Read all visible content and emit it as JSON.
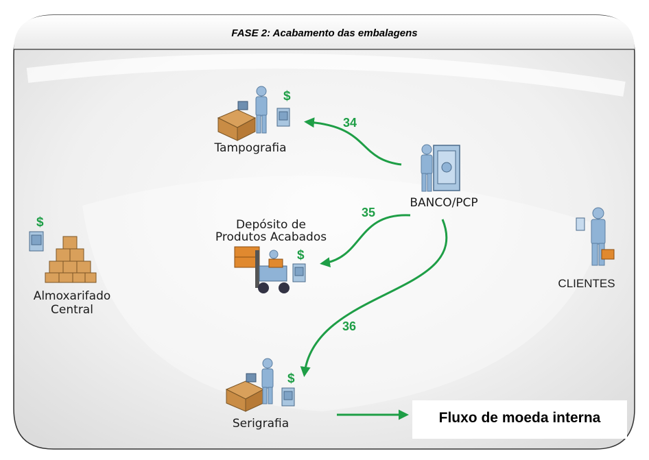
{
  "title": "FASE 2: Acabamento das embalagens",
  "nodes": {
    "tampografia": "Tampografia",
    "banco": "BANCO/PCP",
    "deposito_line1": "Depósito de",
    "deposito_line2": "Produtos Acabados",
    "almox_line1": "Almoxarifado",
    "almox_line2": "Central",
    "clientes": "CLIENTES",
    "serigrafia": "Serigrafia"
  },
  "flows": [
    "34",
    "35",
    "36"
  ],
  "currency_symbol": "$",
  "legend": {
    "label": "Fluxo de moeda interna"
  },
  "colors": {
    "flow": "#1e9e46",
    "person": "#8fb3d6",
    "box": "#d9a05b",
    "safe": "#a9c6e0"
  }
}
